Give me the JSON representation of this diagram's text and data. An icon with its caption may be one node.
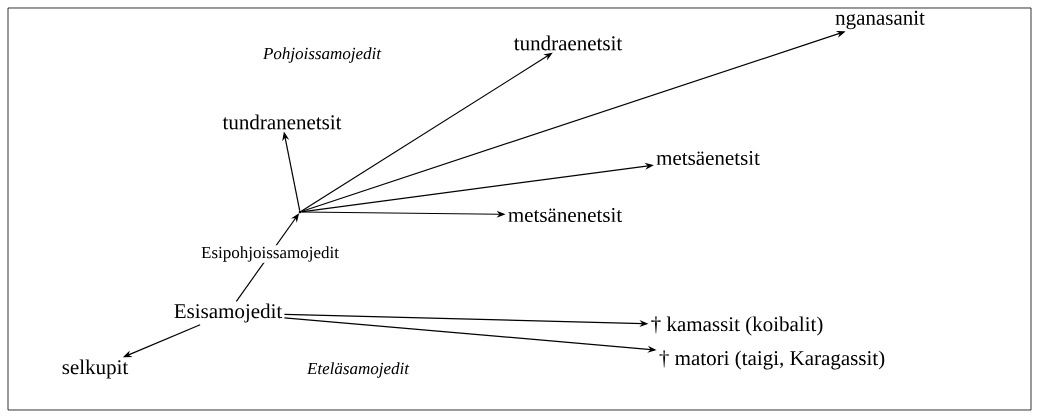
{
  "diagram": {
    "nodes": [
      {
        "text": [
          "Esisamojedit"
        ]
      },
      {
        "text": [],
        "shape": "point"
      },
      {
        "text": [
          "tundranenetsit"
        ]
      },
      {
        "text": [
          "tundraenetsit"
        ]
      },
      {
        "text": [
          "nganasanit"
        ]
      },
      {
        "text": [
          "metsäenetsit"
        ]
      },
      {
        "text": [
          "metsänenetsit"
        ]
      },
      {
        "text": [
          "selkupit"
        ]
      },
      {
        "text": [
          "† kamassit (koibalit)"
        ]
      },
      {
        "text": [
          "† matori (taigi, Karagassit)"
        ]
      }
    ],
    "edges": [
      {
        "from": 0,
        "to": 1,
        "arrow": "to",
        "label": "Esipohjoissamojedit"
      },
      {
        "from": 1,
        "to": 2,
        "arrow": "to"
      },
      {
        "from": 1,
        "to": 3,
        "arrow": "to"
      },
      {
        "from": 1,
        "to": 4,
        "arrow": "to"
      },
      {
        "from": 1,
        "to": 5,
        "arrow": "to"
      },
      {
        "from": 1,
        "to": 6,
        "arrow": "to"
      },
      {
        "from": 0,
        "to": 7,
        "arrow": "to"
      },
      {
        "from": 0,
        "to": 8,
        "arrow": "to"
      },
      {
        "from": 0,
        "to": 9,
        "arrow": "to"
      }
    ],
    "labels": [
      "Pohjoissamojedit",
      "Eteläsamojedit"
    ]
  }
}
